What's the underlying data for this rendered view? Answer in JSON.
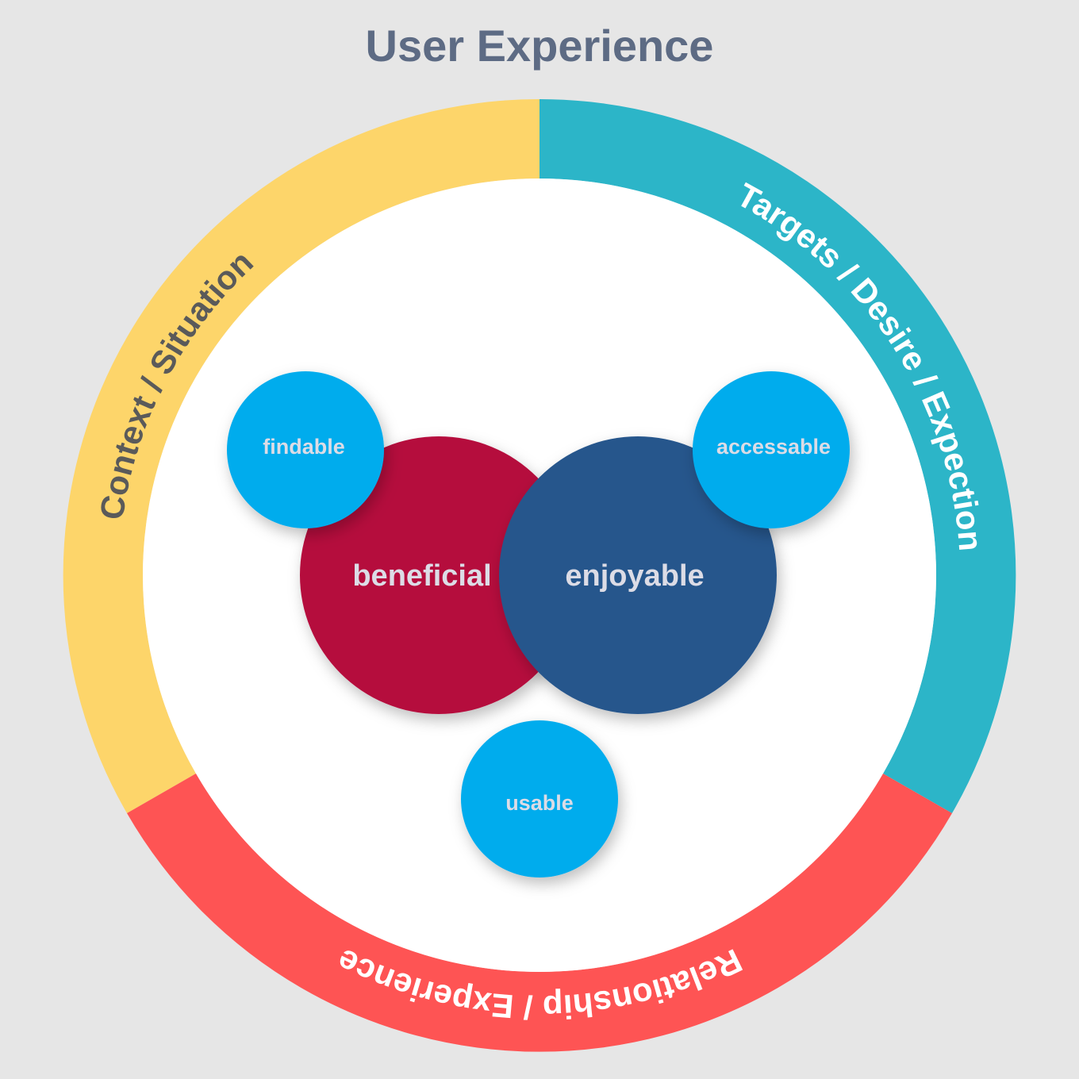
{
  "title": "User Experience",
  "ring": [
    {
      "label": "Context / Situation",
      "color": "#fdd56a",
      "text_color": "#5a5a5a"
    },
    {
      "label": "Targets / Desire / Expection",
      "color": "#2cb5c8",
      "text_color": "#ffffff"
    },
    {
      "label": "Relationship / Experience",
      "color": "#fe5454",
      "text_color": "#ffffff"
    }
  ],
  "core": [
    {
      "label": "beneficial",
      "color": "#b50c3e"
    },
    {
      "label": "enjoyable",
      "color": "#28568c"
    }
  ],
  "facets": [
    {
      "label": "findable",
      "color": "#03aced"
    },
    {
      "label": "accessable",
      "color": "#03aced"
    },
    {
      "label": "usable",
      "color": "#03aced"
    }
  ],
  "colors": {
    "background": "#e6e6e6",
    "title": "#5d6b84",
    "inner_fill": "#ffffff",
    "label_light": "#dcdce6"
  }
}
